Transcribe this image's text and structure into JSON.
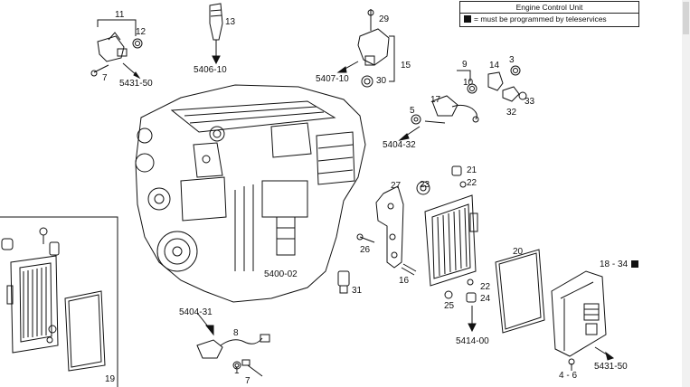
{
  "legend": {
    "title": "Engine Control Unit",
    "marker_note": "= must be programmed by teleservices"
  },
  "labels": {
    "p11": "11",
    "p12": "12",
    "p7a": "7",
    "g5431_50a": "5431-50",
    "p13": "13",
    "g5406_10": "5406-10",
    "p29": "29",
    "p15": "15",
    "g5407_10": "5407-10",
    "p30": "30",
    "p9": "9",
    "p10": "10",
    "p14": "14",
    "p3": "3",
    "p17": "17",
    "p5": "5",
    "p32": "32",
    "p33": "33",
    "g5404_32": "5404-32",
    "p21": "21",
    "p22a": "22",
    "p27": "27",
    "p23": "23",
    "p26": "26",
    "p16": "16",
    "p22b": "22",
    "p24": "24",
    "p25": "25",
    "g5414_00": "5414-00",
    "p20": "20",
    "p18_34": "18 - 34",
    "p4_6": "4 - 6",
    "g5431_50b": "5431-50",
    "g5400_02": "5400-02",
    "p31": "31",
    "g5404_31": "5404-31",
    "p8": "8",
    "p1": "1",
    "p7b": "7",
    "p19": "19"
  },
  "colors": {
    "ink": "#111111",
    "fill": "#ffffff",
    "scrollbar": "#f1f1f1"
  }
}
